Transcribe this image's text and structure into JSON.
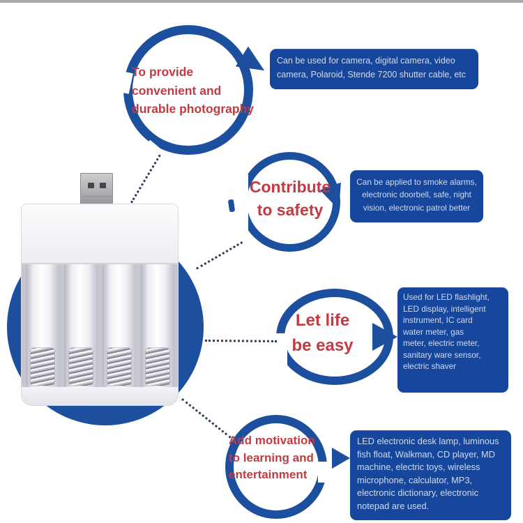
{
  "colors": {
    "ring_blue": "#1d4f9f",
    "box_blue": "#16479c",
    "accent_red": "#c23b42",
    "box_text": "#d2dbee",
    "dotted_line": "#2e3c5c",
    "top_strip": "#a9a9a9"
  },
  "callouts": [
    {
      "id": "photography",
      "circle_text": "To provide\nconvenient and\ndurable photography",
      "box_text": "Can be used for camera, digital camera, video\ncamera, Polaroid, Stende 7200 shutter cable, etc"
    },
    {
      "id": "safety",
      "circle_text": "Contribute\nto safety",
      "box_text": "Can be applied to smoke alarms,\nelectronic doorbell, safe, night\nvision, electronic patrol better"
    },
    {
      "id": "easy-life",
      "circle_text": "Let life\nbe easy",
      "box_text": "Used for LED flashlight,\nLED display, intelligent\ninstrument, IC card\nwater meter, gas\nmeter, electric meter,\nsanitary ware sensor,\nelectric shaver"
    },
    {
      "id": "entertainment",
      "circle_text": "Add motivation\nto learning and\nentertainment",
      "box_text": "LED electronic desk lamp, luminous\nfish float, Walkman, CD player, MD\nmachine, electric toys, wireless\nmicrophone, calculator, MP3,\nelectronic dictionary, electronic\nnotepad are used."
    }
  ]
}
